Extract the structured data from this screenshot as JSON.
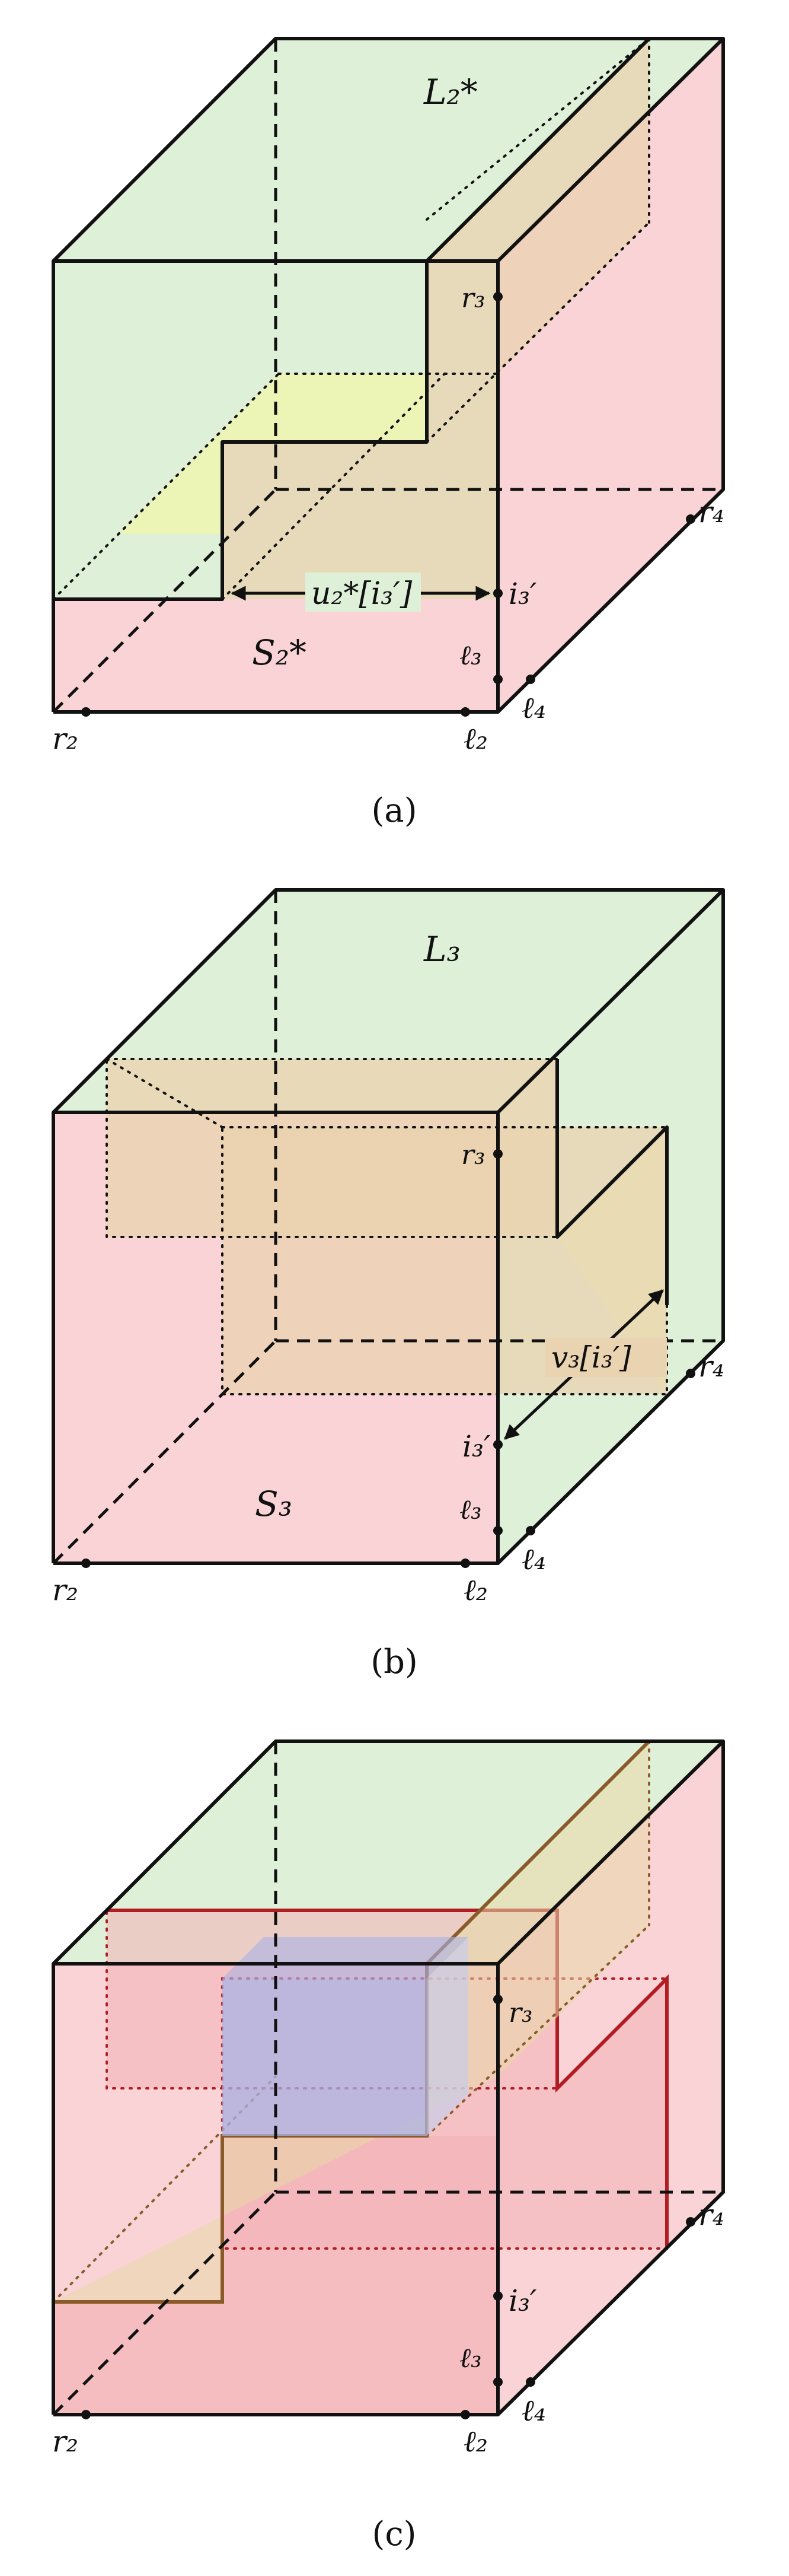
{
  "colors": {
    "green": "#dff0d8",
    "pink": "#f9d3d5",
    "tan": "#ead3b0",
    "yellow": "#eef4b0",
    "red_line": "#b01e24",
    "brown_line": "#8a5a2b",
    "blue": "#aab3e6"
  },
  "panels": [
    {
      "caption": "(a)",
      "labels": {
        "top": "L₂*",
        "front": "S₂*",
        "arrow": "u₂*[i₃′]",
        "r2": "r₂",
        "l2": "ℓ₂",
        "r3": "r₃",
        "i3": "i₃′",
        "l3": "ℓ₃",
        "l4": "ℓ₄",
        "r4": "r₄"
      }
    },
    {
      "caption": "(b)",
      "labels": {
        "top": "L₃",
        "front": "S₃",
        "arrow": "v₃[i₃′]",
        "r2": "r₂",
        "l2": "ℓ₂",
        "r3": "r₃",
        "i3": "i₃′",
        "l3": "ℓ₃",
        "l4": "ℓ₄",
        "r4": "r₄"
      }
    },
    {
      "caption": "(c)",
      "labels": {
        "r2": "r₂",
        "l2": "ℓ₂",
        "r3": "r₃",
        "i3": "i₃′",
        "l3": "ℓ₃",
        "l4": "ℓ₄",
        "r4": "r₄"
      }
    }
  ]
}
